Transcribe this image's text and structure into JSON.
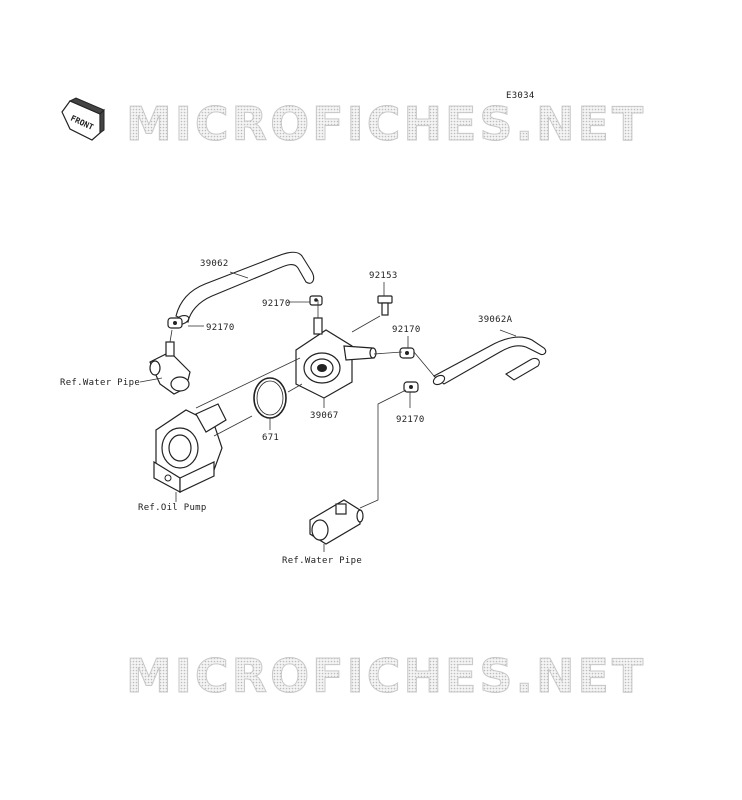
{
  "diagram_code": "E3034",
  "front_badge": "FRONT",
  "watermark": "MICROFICHES.NET",
  "labels": {
    "p39062": "39062",
    "p92170_a": "92170",
    "p92170_b": "92170",
    "p92153": "92153",
    "p92170_c": "92170",
    "p39062a": "39062A",
    "p39067": "39067",
    "p92170_d": "92170",
    "p671": "671",
    "ref_water_pipe_1": "Ref.Water Pipe",
    "ref_oil_pump": "Ref.Oil Pump",
    "ref_water_pipe_2": "Ref.Water Pipe"
  }
}
